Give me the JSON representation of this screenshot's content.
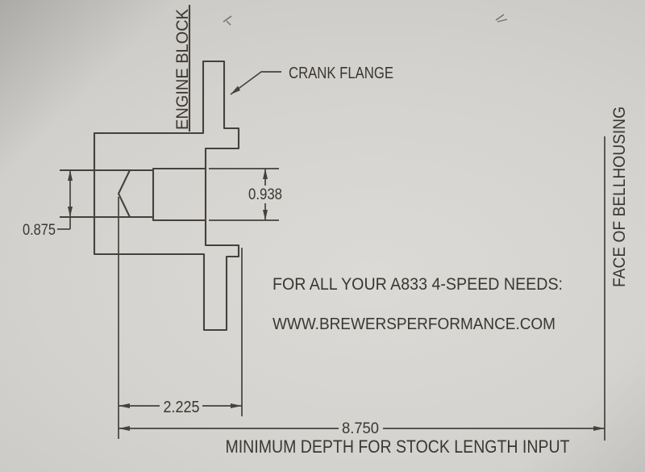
{
  "document": {
    "kind": "photographed technical drawing",
    "subject": "A833 4-speed crankshaft pilot hole minimum depth diagram"
  },
  "labels": {
    "engine_block": "ENGINE BLOCK",
    "crank_flange": "CRANK FLANGE",
    "face_of_bellhousing": "FACE OF BELLHOUSING",
    "min_depth_note": "MINIMUM DEPTH FOR STOCK LENGTH INPUT"
  },
  "dimensions": {
    "counterbore_diameter": "0.938",
    "pilot_bore_diameter": "0.875",
    "pilot_depth": "2.225",
    "overall_depth": "8.750"
  },
  "promo": {
    "line1": "FOR ALL YOUR A833 4-SPEED NEEDS:",
    "line2": "WWW.BREWERSPERFORMANCE.COM"
  },
  "colors": {
    "paper": "#d4d2ce",
    "ink": "#45423e"
  }
}
